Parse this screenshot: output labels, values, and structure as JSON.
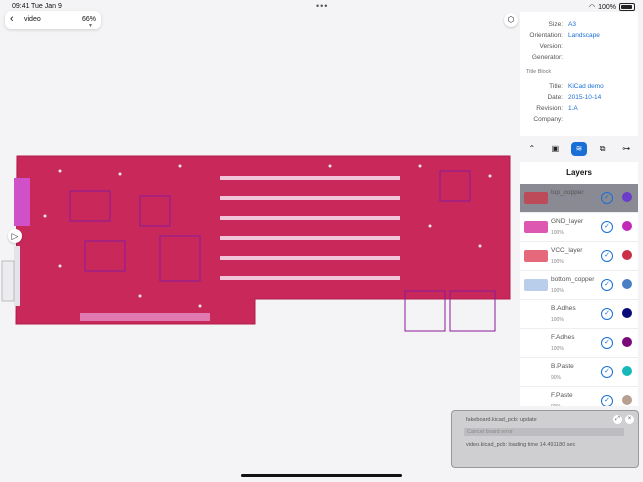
{
  "status": {
    "time": "09:41",
    "date": "Tue Jan 9",
    "battery": "100%"
  },
  "document": {
    "name": "video",
    "zoom": "66%"
  },
  "properties": [
    {
      "key": "Size:",
      "value": "A3"
    },
    {
      "key": "Orientation:",
      "value": "Landscape"
    },
    {
      "key": "Version:",
      "value": ""
    },
    {
      "key": "Generator:",
      "value": ""
    }
  ],
  "title_block_label": "Title Block",
  "title_block": [
    {
      "key": "Title:",
      "value": "KiCad demo"
    },
    {
      "key": "Date:",
      "value": "2015-10-14"
    },
    {
      "key": "Revision:",
      "value": "1.A"
    },
    {
      "key": "Company:",
      "value": ""
    }
  ],
  "layers_title": "Layers",
  "layers": [
    {
      "name": "top_copper",
      "pct": "100%",
      "color": "#6a3ec9",
      "thumb": "#c83a4a",
      "selected": true
    },
    {
      "name": "GND_layer",
      "pct": "100%",
      "color": "#c229b6",
      "thumb": "#d52f9e",
      "selected": false
    },
    {
      "name": "VCC_layer",
      "pct": "100%",
      "color": "#c93048",
      "thumb": "#e0445a",
      "selected": false
    },
    {
      "name": "bottom_copper",
      "pct": "100%",
      "color": "#4a7fc4",
      "thumb": "#a8c2e6",
      "selected": false
    },
    {
      "name": "B.Adhes",
      "pct": "100%",
      "color": "#0a0a7a",
      "thumb": "#ffffff",
      "selected": false
    },
    {
      "name": "F.Adhes",
      "pct": "100%",
      "color": "#7a0a7a",
      "thumb": "#ffffff",
      "selected": false
    },
    {
      "name": "B.Paste",
      "pct": "90%",
      "color": "#18b8b8",
      "thumb": "#ffffff",
      "selected": false
    },
    {
      "name": "F.Paste",
      "pct": "90%",
      "color": "#b8a090",
      "thumb": "#ffffff",
      "selected": false
    }
  ],
  "console": {
    "line1": "fakeboard.kicad_pcb: update",
    "line2": "Cancel board error",
    "line3": "video.kicad_pcb: loading time 14.491180 sec"
  }
}
